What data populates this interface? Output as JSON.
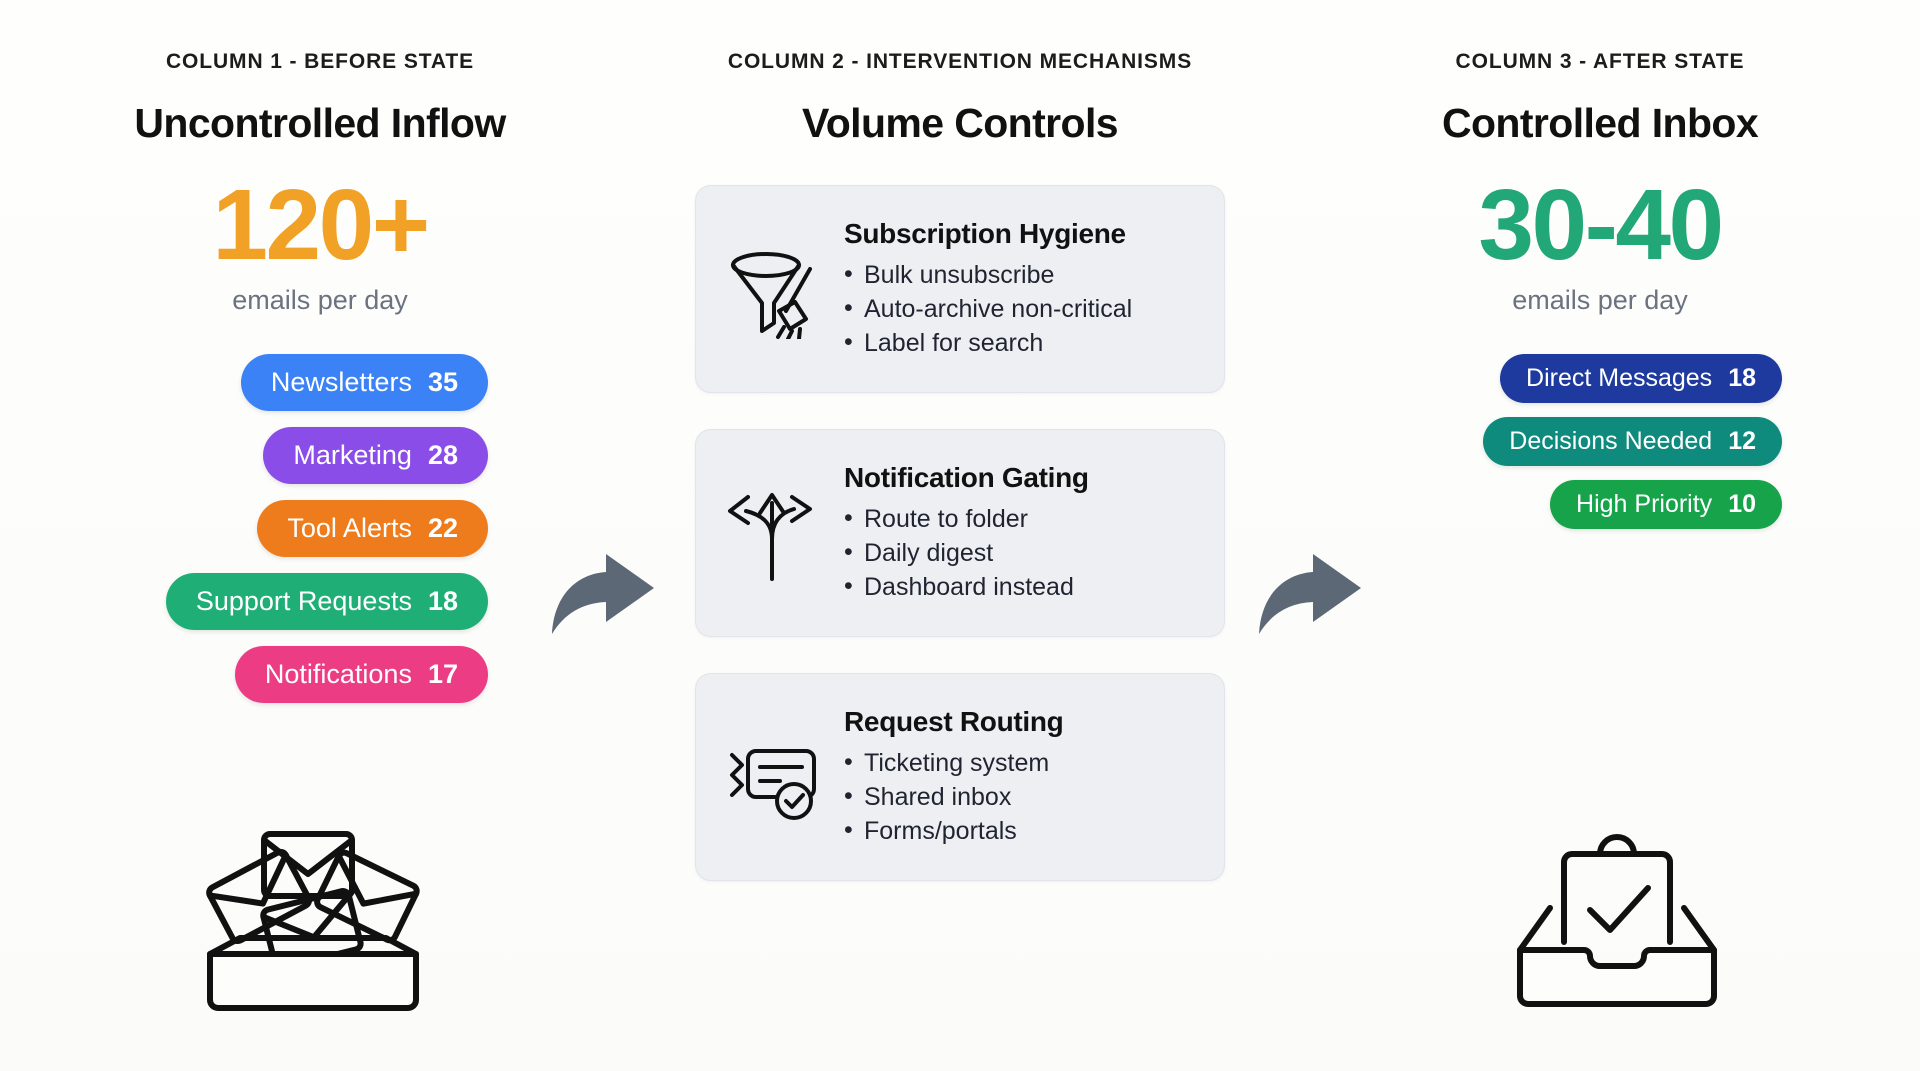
{
  "palette": {
    "bg": "#FDFDFB",
    "amber": "#F0A126",
    "green": "#22A877",
    "card_bg": "#EDEFF3",
    "card_border": "#E1E4EA",
    "arrow": "#5D6876",
    "ink": "#111111",
    "muted": "#6B7280"
  },
  "columns": [
    {
      "eyebrow": "COLUMN 1 - BEFORE STATE",
      "title": "Uncontrolled Inflow",
      "stat": "120+",
      "stat_sub": "emails per day",
      "stat_color": "#F0A126",
      "bottom_icon": "overflowing-inbox-icon",
      "pills": [
        {
          "label": "Newsletters",
          "value": "35",
          "color": "#3B82F6"
        },
        {
          "label": "Marketing",
          "value": "28",
          "color": "#8B4DE8"
        },
        {
          "label": "Tool Alerts",
          "value": "22",
          "color": "#EF7C1C"
        },
        {
          "label": "Support Requests",
          "value": "18",
          "color": "#1FAF76"
        },
        {
          "label": "Notifications",
          "value": "17",
          "color": "#EC3C84"
        }
      ]
    },
    {
      "eyebrow": "COLUMN 2 - INTERVENTION MECHANISMS",
      "title": "Volume Controls",
      "cards": [
        {
          "icon": "funnel-broom-icon",
          "title": "Subscription Hygiene",
          "bullets": [
            "Bulk unsubscribe",
            "Auto-archive non-critical",
            "Label for search"
          ]
        },
        {
          "icon": "branching-arrows-icon",
          "title": "Notification Gating",
          "bullets": [
            "Route to folder",
            "Daily digest",
            "Dashboard instead"
          ]
        },
        {
          "icon": "ticket-check-icon",
          "title": "Request Routing",
          "bullets": [
            "Ticketing system",
            "Shared inbox",
            "Forms/portals"
          ]
        }
      ]
    },
    {
      "eyebrow": "COLUMN 3 - AFTER STATE",
      "title": "Controlled Inbox",
      "stat": "30-40",
      "stat_sub": "emails per day",
      "stat_color": "#22A877",
      "bottom_icon": "inbox-check-icon",
      "pills": [
        {
          "label": "Direct Messages",
          "value": "18",
          "color": "#1E3A9E"
        },
        {
          "label": "Decisions Needed",
          "value": "12",
          "color": "#0E8B7D"
        },
        {
          "label": "High Priority",
          "value": "10",
          "color": "#16A34A"
        }
      ]
    }
  ],
  "connectors": [
    {
      "name": "arrow-col1-to-col2"
    },
    {
      "name": "arrow-col2-to-col3"
    }
  ]
}
